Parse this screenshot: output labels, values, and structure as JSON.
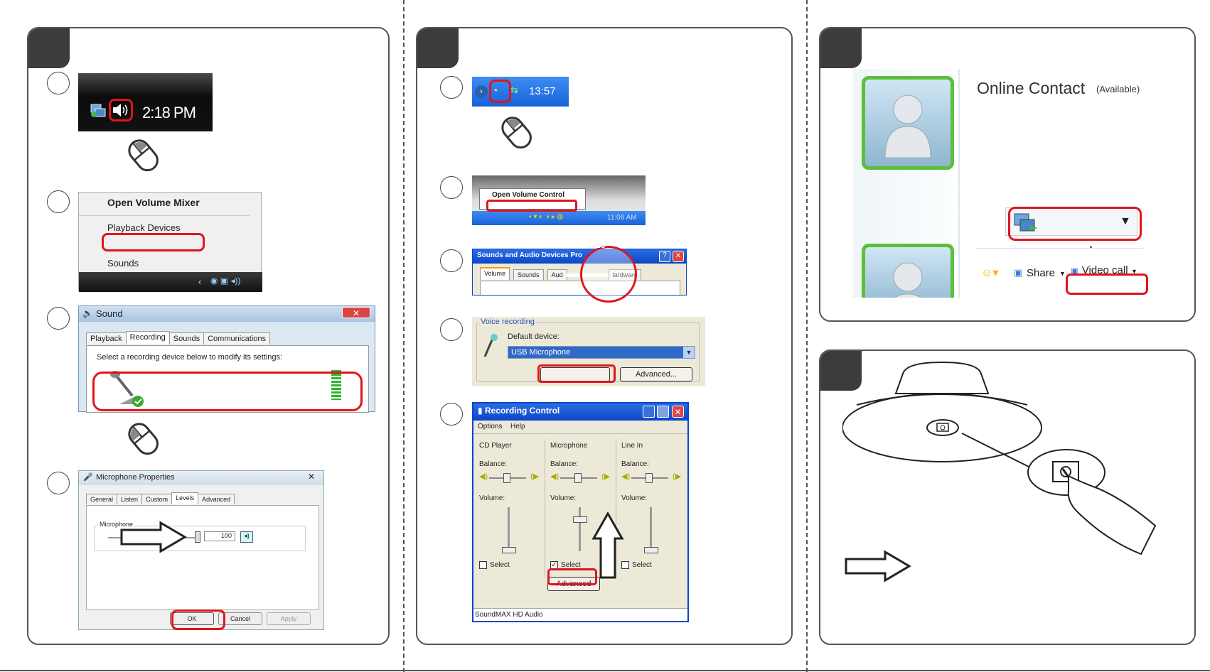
{
  "taskbar_vista": {
    "time": "2:18 PM"
  },
  "context_menu": {
    "items": [
      "Open Volume Mixer",
      "Playback Devices",
      "",
      "Sounds"
    ]
  },
  "sound_dialog": {
    "title": "Sound",
    "tabs": [
      "Playback",
      "Recording",
      "Sounds",
      "Communications"
    ],
    "instruction": "Select a recording device below to modify its settings:"
  },
  "mic_props": {
    "title": "Microphone Properties",
    "tabs": [
      "General",
      "Listen",
      "Custom",
      "Levels",
      "Advanced"
    ],
    "group_label": "Microphone",
    "level_value": "100",
    "level_fraction": 1.0,
    "buttons": [
      "OK",
      "Cancel",
      "Apply"
    ]
  },
  "taskbar_xp": {
    "time": "13:57"
  },
  "xp_menu": {
    "item": "Open Volume Control",
    "time": "11:06 AM"
  },
  "sad_props": {
    "title": "Sounds and Audio Devices Pro",
    "title_tail": "ies",
    "tabs": [
      "Volume",
      "Sounds",
      "Aud",
      "lardware"
    ]
  },
  "voice_recording": {
    "group": "Voice recording",
    "default_device_label": "Default device:",
    "device": "USB Microphone",
    "advanced": "Advanced..."
  },
  "recording_control": {
    "title": "Recording Control",
    "menu": [
      "Options",
      "Help"
    ],
    "columns": [
      {
        "name": "CD Player",
        "balance": "Balance:",
        "volume": "Volume:",
        "select": "Select",
        "checked": false,
        "level": 0.0
      },
      {
        "name": "Microphone",
        "balance": "Balance:",
        "volume": "Volume:",
        "select": "Select",
        "checked": true,
        "level": 0.7
      },
      {
        "name": "Line In",
        "balance": "Balance:",
        "volume": "Volume:",
        "select": "Select",
        "checked": false,
        "level": 0.0
      }
    ],
    "advanced": "Advanced",
    "status": "SoundMAX HD Audio"
  },
  "messenger": {
    "contact": "Online Contact",
    "status": "(Available)",
    "share": "Share",
    "video_call": "Video call"
  },
  "colors": {
    "highlight": "#e0141e",
    "tab": "#3c3c3c",
    "messenger_green": "#5cbf3a"
  }
}
